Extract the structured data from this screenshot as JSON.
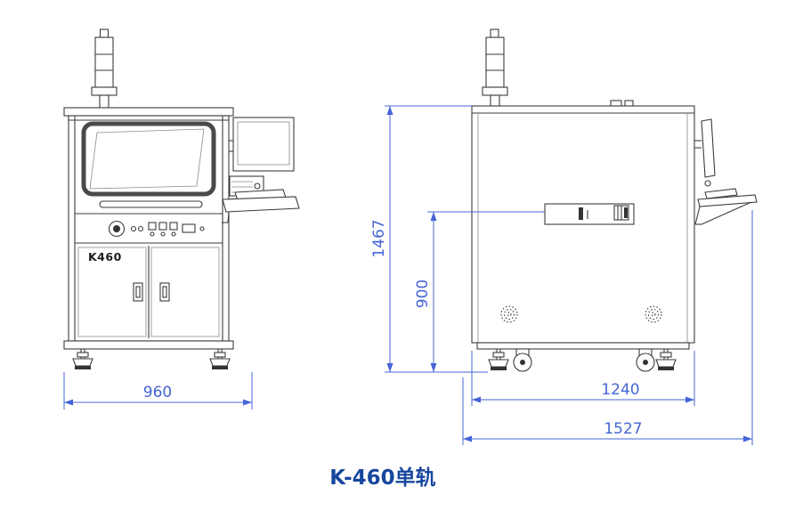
{
  "title": "K-460单轨",
  "front_view": {
    "machine_label": "K460",
    "width_dim": "960"
  },
  "side_view": {
    "height_dim": "1467",
    "conveyor_height_dim": "900",
    "body_width_dim": "1240",
    "overall_width_dim": "1527"
  },
  "colors": {
    "line": "#3c3c3c",
    "dimension": "#4565d6",
    "title": "#17479e"
  }
}
